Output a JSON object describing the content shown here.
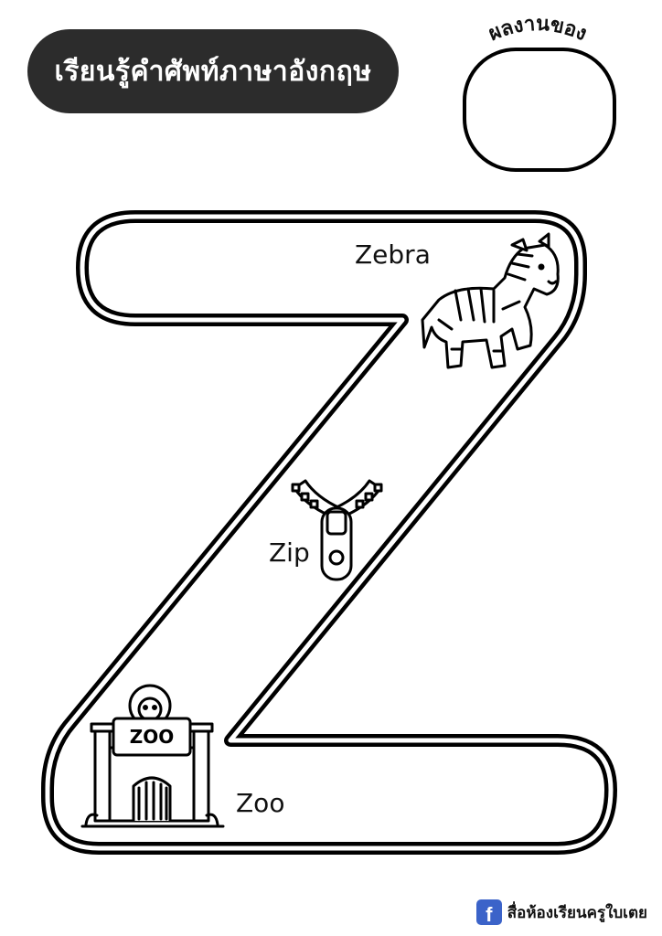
{
  "title": "เรียนรู้คำศัพท์ภาษาอังกฤษ",
  "name_label": "ผลงานของ",
  "words": {
    "zebra": "Zebra",
    "zip": "Zip",
    "zoo": "Zoo",
    "zoo_sign": "ZOO"
  },
  "footer": {
    "icon": "facebook-icon",
    "page_name": "สื่อห้องเรียนครูใบเตย"
  },
  "colors": {
    "pill": "#2c2c2c",
    "outline": "#000000",
    "facebook": "#3b63c9"
  }
}
